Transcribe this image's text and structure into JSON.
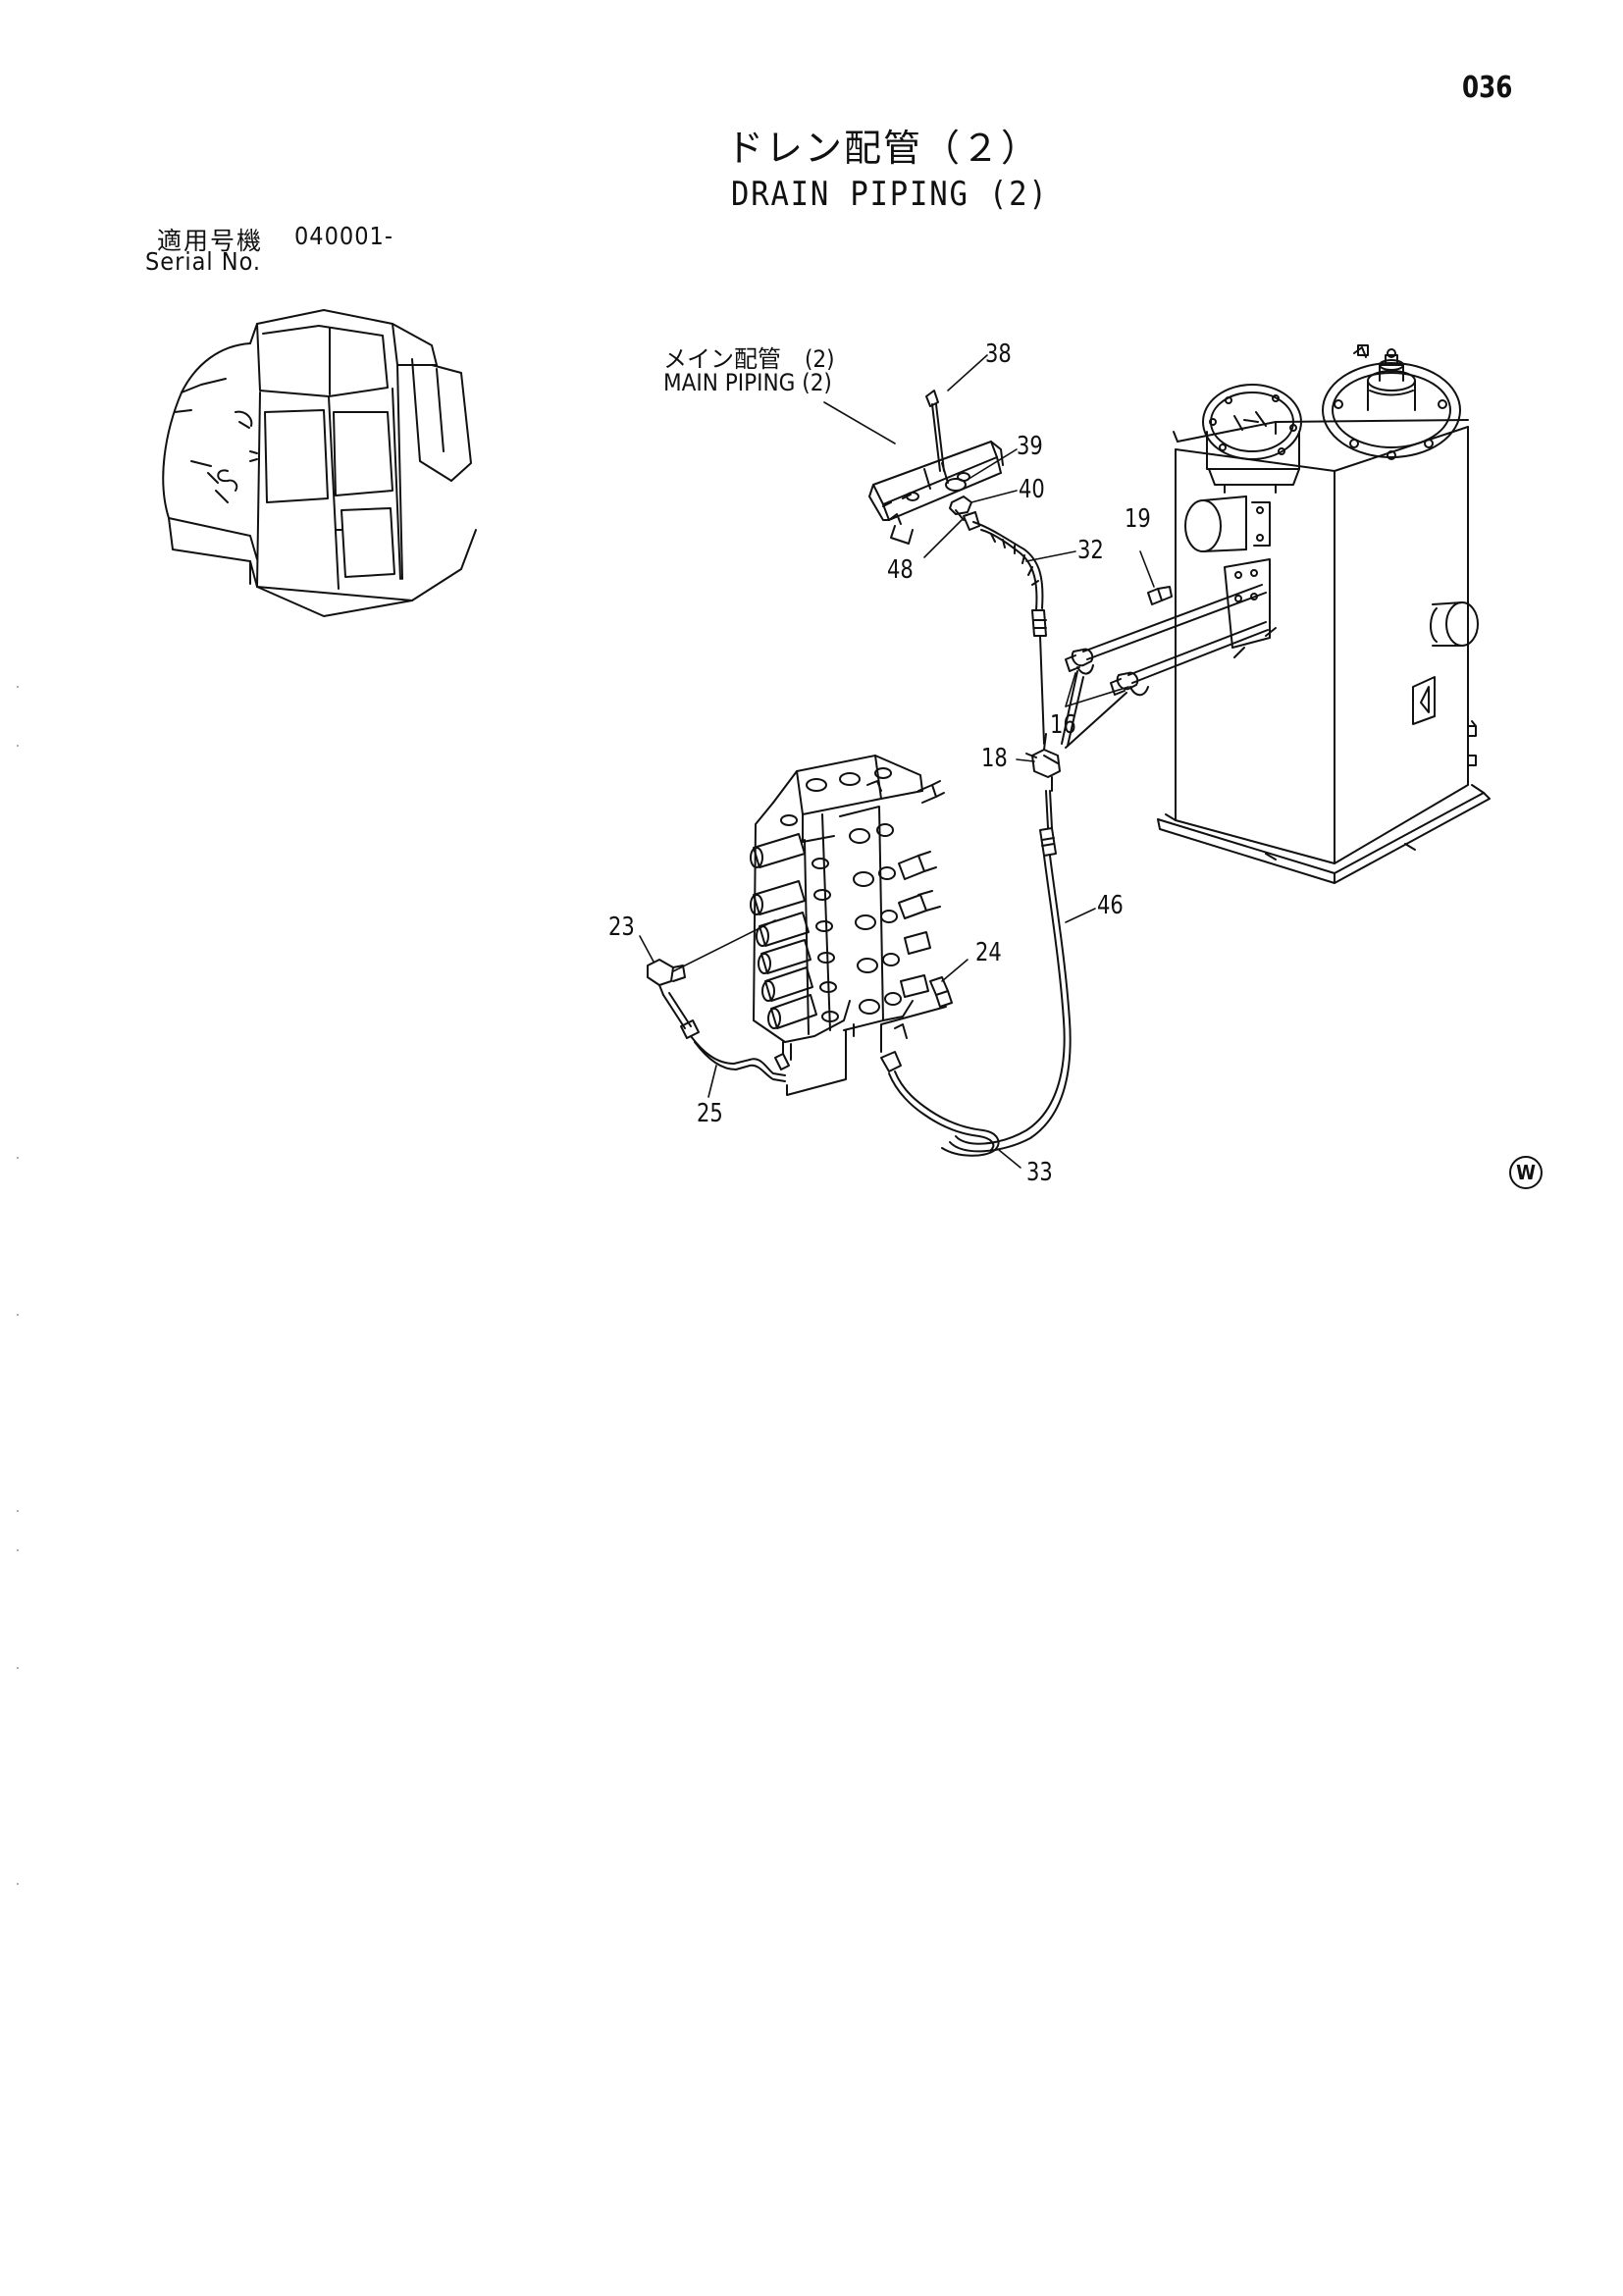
{
  "page": {
    "page_number": "036",
    "title_jp": "ドレン配管（２）",
    "title_en": "DRAIN PIPING (2)"
  },
  "serial": {
    "label_jp": "適用号機",
    "number": "040001-",
    "label_en": "Serial No."
  },
  "labels": {
    "main_piping_jp": "メイン配管　(2)",
    "main_piping_en": "MAIN PIPING (2)"
  },
  "callouts": {
    "c38": "38",
    "c39": "39",
    "c40": "40",
    "c48": "48",
    "c32": "32",
    "c19": "19",
    "c16": "16",
    "c18": "18",
    "c46": "46",
    "c23": "23",
    "c24": "24",
    "c25": "25",
    "c33": "33"
  },
  "marks": {
    "w": "W"
  },
  "icons": [
    "cab-locator-illustration",
    "hydraulic-tank-drawing",
    "control-valve-drawing",
    "hose-drawing",
    "bracket-drawing"
  ]
}
